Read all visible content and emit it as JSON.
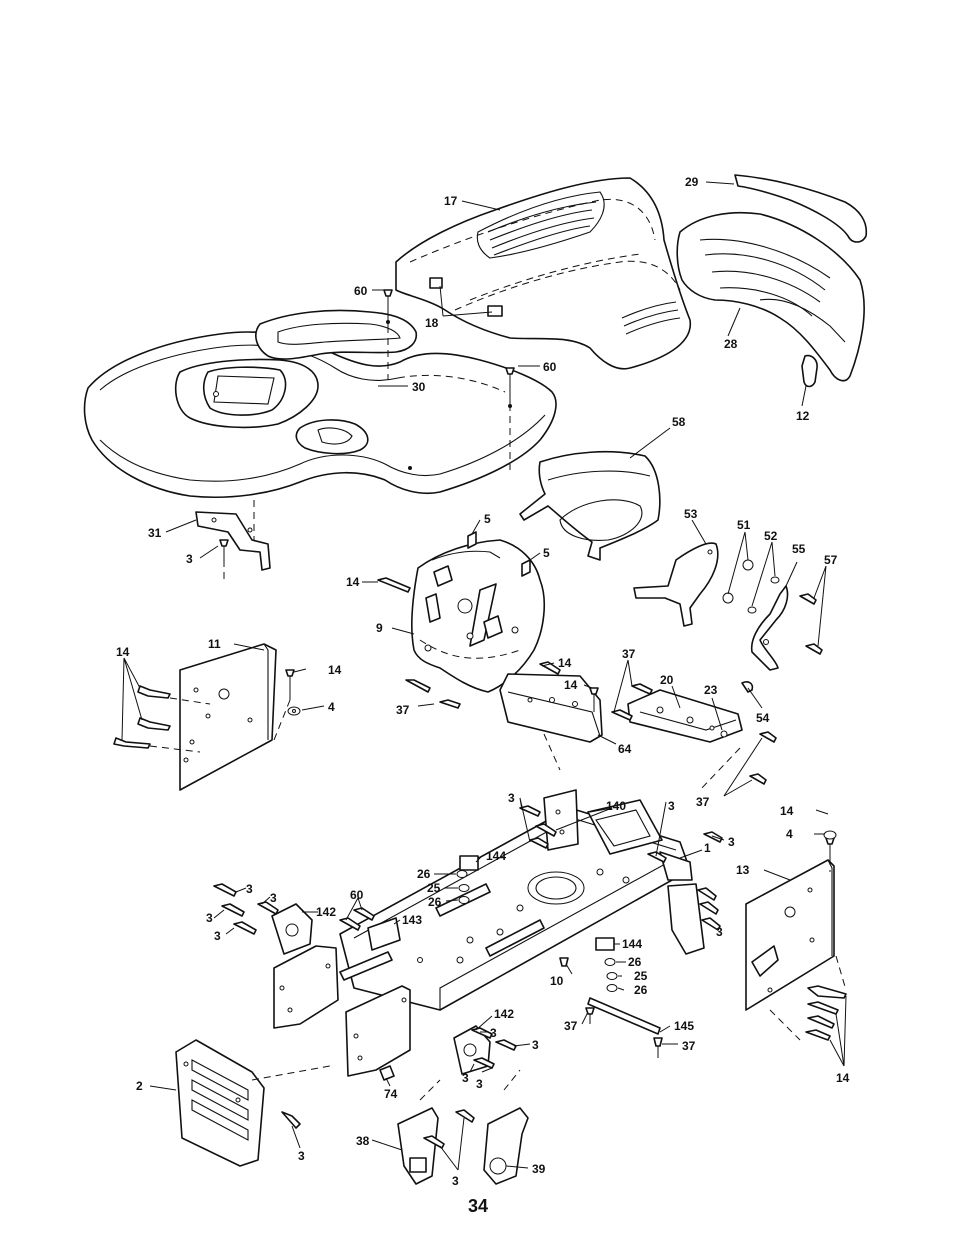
{
  "page": {
    "number": "34"
  },
  "callouts": [
    {
      "id": "c-17",
      "text": "17"
    },
    {
      "id": "c-29",
      "text": "29"
    },
    {
      "id": "c-60a",
      "text": "60"
    },
    {
      "id": "c-18",
      "text": "18"
    },
    {
      "id": "c-60b",
      "text": "60"
    },
    {
      "id": "c-28",
      "text": "28"
    },
    {
      "id": "c-30",
      "text": "30"
    },
    {
      "id": "c-12",
      "text": "12"
    },
    {
      "id": "c-58",
      "text": "58"
    },
    {
      "id": "c-31",
      "text": "31"
    },
    {
      "id": "c-5a",
      "text": "5"
    },
    {
      "id": "c-3a",
      "text": "3"
    },
    {
      "id": "c-5b",
      "text": "5"
    },
    {
      "id": "c-53",
      "text": "53"
    },
    {
      "id": "c-51",
      "text": "51"
    },
    {
      "id": "c-52",
      "text": "52"
    },
    {
      "id": "c-55",
      "text": "55"
    },
    {
      "id": "c-57",
      "text": "57"
    },
    {
      "id": "c-14a",
      "text": "14"
    },
    {
      "id": "c-9",
      "text": "9"
    },
    {
      "id": "c-11",
      "text": "11"
    },
    {
      "id": "c-14b",
      "text": "14"
    },
    {
      "id": "c-14c",
      "text": "14"
    },
    {
      "id": "c-4a",
      "text": "4"
    },
    {
      "id": "c-14d",
      "text": "14"
    },
    {
      "id": "c-37a",
      "text": "37"
    },
    {
      "id": "c-14e",
      "text": "14"
    },
    {
      "id": "c-37b",
      "text": "37"
    },
    {
      "id": "c-20",
      "text": "20"
    },
    {
      "id": "c-23",
      "text": "23"
    },
    {
      "id": "c-54",
      "text": "54"
    },
    {
      "id": "c-64",
      "text": "64"
    },
    {
      "id": "c-37c",
      "text": "37"
    },
    {
      "id": "c-3b",
      "text": "3"
    },
    {
      "id": "c-140",
      "text": "140"
    },
    {
      "id": "c-3c",
      "text": "3"
    },
    {
      "id": "c-14f",
      "text": "14"
    },
    {
      "id": "c-4b",
      "text": "4"
    },
    {
      "id": "c-3d",
      "text": "3"
    },
    {
      "id": "c-1",
      "text": "1"
    },
    {
      "id": "c-144a",
      "text": "144"
    },
    {
      "id": "c-26a",
      "text": "26"
    },
    {
      "id": "c-13",
      "text": "13"
    },
    {
      "id": "c-25a",
      "text": "25"
    },
    {
      "id": "c-26b",
      "text": "26"
    },
    {
      "id": "c-3e",
      "text": "3"
    },
    {
      "id": "c-60c",
      "text": "60"
    },
    {
      "id": "c-3f",
      "text": "3"
    },
    {
      "id": "c-142a",
      "text": "142"
    },
    {
      "id": "c-3g",
      "text": "3"
    },
    {
      "id": "c-143",
      "text": "143"
    },
    {
      "id": "c-3h",
      "text": "3"
    },
    {
      "id": "c-3i",
      "text": "3"
    },
    {
      "id": "c-144b",
      "text": "144"
    },
    {
      "id": "c-26c",
      "text": "26"
    },
    {
      "id": "c-10",
      "text": "10"
    },
    {
      "id": "c-25b",
      "text": "25"
    },
    {
      "id": "c-26d",
      "text": "26"
    },
    {
      "id": "c-142b",
      "text": "142"
    },
    {
      "id": "c-37d",
      "text": "37"
    },
    {
      "id": "c-145",
      "text": "145"
    },
    {
      "id": "c-3j",
      "text": "3"
    },
    {
      "id": "c-3k",
      "text": "3"
    },
    {
      "id": "c-37e",
      "text": "37"
    },
    {
      "id": "c-3l",
      "text": "3"
    },
    {
      "id": "c-3m",
      "text": "3"
    },
    {
      "id": "c-14g",
      "text": "14"
    },
    {
      "id": "c-2",
      "text": "2"
    },
    {
      "id": "c-74",
      "text": "74"
    },
    {
      "id": "c-3n",
      "text": "3"
    },
    {
      "id": "c-38",
      "text": "38"
    },
    {
      "id": "c-39",
      "text": "39"
    },
    {
      "id": "c-3o",
      "text": "3"
    }
  ]
}
